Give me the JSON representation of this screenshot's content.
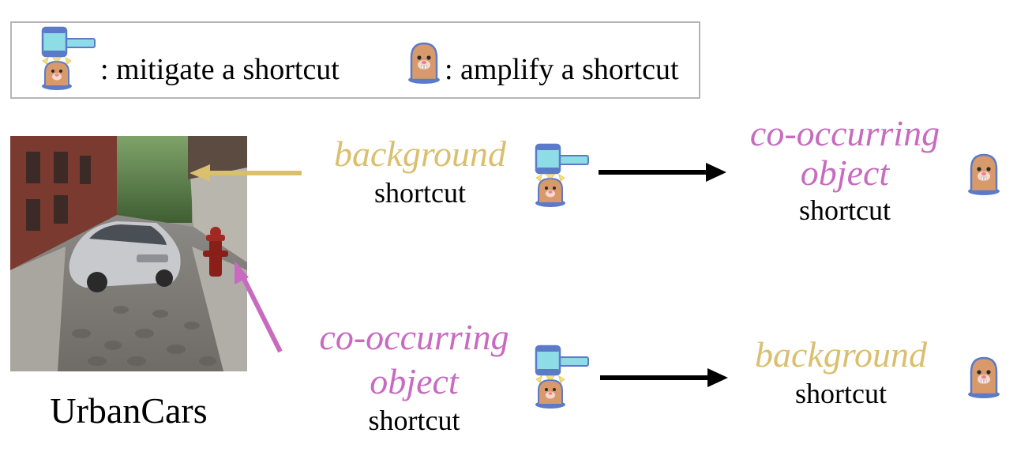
{
  "legend": {
    "mitigate_text": ": mitigate a shortcut",
    "mitigate_icon": "hammer-on-mole-icon",
    "amplify_text": ": amplify a shortcut",
    "amplify_icon": "mole-icon"
  },
  "dataset": {
    "label": "UrbanCars"
  },
  "rows": [
    {
      "left": {
        "word1": "background",
        "word2": "",
        "suffix": "shortcut"
      },
      "right": {
        "word1": "co-occurring",
        "word2": "object",
        "suffix": "shortcut"
      }
    },
    {
      "left": {
        "word1": "co-occurring",
        "word2": "object",
        "suffix": "shortcut"
      },
      "right": {
        "word1": "background",
        "word2": "",
        "suffix": "shortcut"
      }
    }
  ],
  "colors": {
    "background": "#d9bf6e",
    "co_occurring": "#c86bc0",
    "arrow": "#000000"
  }
}
